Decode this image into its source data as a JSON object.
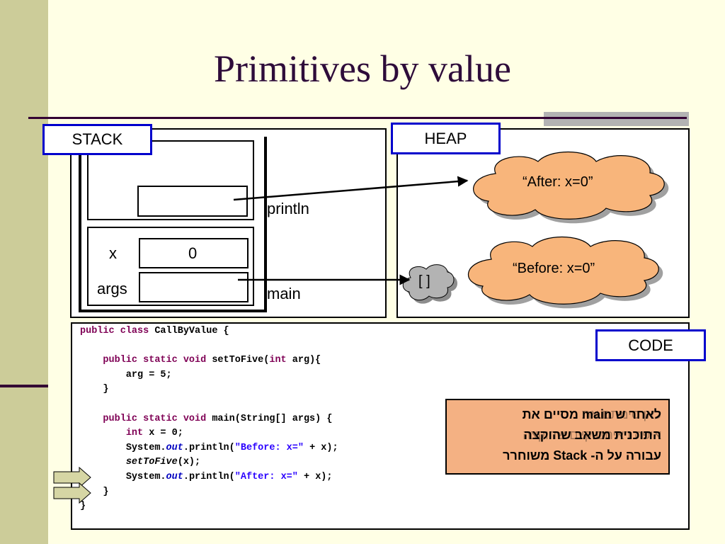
{
  "slide": {
    "title": "Primitives by value"
  },
  "labels": {
    "stack": "STACK",
    "heap": "HEAP",
    "code": "CODE"
  },
  "stack": {
    "println_frame_label": "println",
    "main_frame_label": "main",
    "x_label": "x",
    "x_value": "0",
    "args_label": "args"
  },
  "heap": {
    "after_string": "“After: x=0”",
    "before_string": "“Before: x=0”",
    "array": "[ ]"
  },
  "code": {
    "l1_kw": "public class",
    "l1_rest": " CallByValue {",
    "l3_kw": "public static void",
    "l3_mid": " setToFive(",
    "l3_kw2": "int",
    "l3_rest": " arg){",
    "l4": "        arg = 5;",
    "l5": "    }",
    "l7_kw": "public static void",
    "l7_rest": " main(String[] args) {",
    "l8_kw": "int",
    "l8_rest": " x = 0;",
    "l9_a": "System.",
    "l9_out": "out",
    "l9_b": ".println(",
    "l9_str": "\"Before: x=\"",
    "l9_c": " + x);",
    "l10_fn": "setToFive",
    "l10_rest": "(x);",
    "l11_a": "System.",
    "l11_out": "out",
    "l11_b": ".println(",
    "l11_str": "\"After: x=\"",
    "l11_c": " + x);",
    "l12": "    }",
    "l13": "}"
  },
  "note": {
    "line1": "לאחר ש main מסיים את",
    "line1_ghost": "כאן סימתם את",
    "line2": "התוכנית משאב שהוקצה",
    "line2_ghost": "איפה ראיתם קיים שהוקצה",
    "line3": "עבורה על ה- Stack משוחרר"
  },
  "colors": {
    "background": "#ffffe5",
    "sidebar": "#cccc99",
    "title": "#2e0c3a",
    "label_border": "#0000cc",
    "cloud": "#f8b57b",
    "cloud_shadow": "#a0a0a0",
    "array_cloud": "#b3b3b3",
    "note_bg": "#f4b183",
    "keyword": "#7f0055",
    "string": "#2a00ff",
    "arrow_fill": "#d6d6a4"
  }
}
